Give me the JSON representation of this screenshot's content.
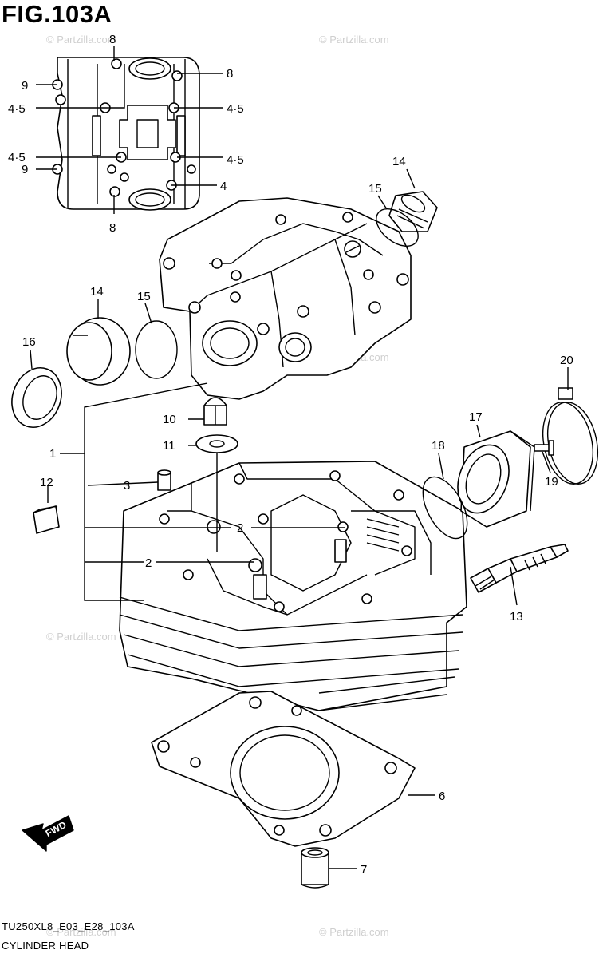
{
  "figure": {
    "title": "FIG.103A",
    "model_code": "TU250XL8_E03_E28_103A",
    "assembly_name": "CYLINDER HEAD"
  },
  "watermark": "© Partzilla.com",
  "callouts": [
    {
      "id": "c8a",
      "label": "8"
    },
    {
      "id": "c8b",
      "label": "8"
    },
    {
      "id": "c9a",
      "label": "9"
    },
    {
      "id": "c45a",
      "label": "4·5"
    },
    {
      "id": "c45b",
      "label": "4·5"
    },
    {
      "id": "c45c",
      "label": "4·5"
    },
    {
      "id": "c45d",
      "label": "4·5"
    },
    {
      "id": "c9b",
      "label": "9"
    },
    {
      "id": "c4",
      "label": "4"
    },
    {
      "id": "c8c",
      "label": "8"
    },
    {
      "id": "c14a",
      "label": "14"
    },
    {
      "id": "c15a",
      "label": "15"
    },
    {
      "id": "c14b",
      "label": "14"
    },
    {
      "id": "c15b",
      "label": "15"
    },
    {
      "id": "c16",
      "label": "16"
    },
    {
      "id": "c20",
      "label": "20"
    },
    {
      "id": "c10",
      "label": "10"
    },
    {
      "id": "c11",
      "label": "11"
    },
    {
      "id": "c17",
      "label": "17"
    },
    {
      "id": "c18",
      "label": "18"
    },
    {
      "id": "c19",
      "label": "19"
    },
    {
      "id": "c1",
      "label": "1"
    },
    {
      "id": "c3",
      "label": "3"
    },
    {
      "id": "c12",
      "label": "12"
    },
    {
      "id": "c2a",
      "label": "2"
    },
    {
      "id": "c2b",
      "label": "2"
    },
    {
      "id": "c13",
      "label": "13"
    },
    {
      "id": "c6",
      "label": "6"
    },
    {
      "id": "c7",
      "label": "7"
    }
  ],
  "fwd_label": "FWD"
}
